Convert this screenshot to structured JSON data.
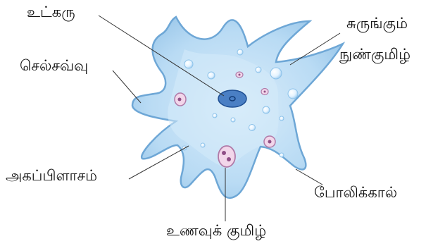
{
  "labels": {
    "nucleus": "உட்கரு",
    "cell_membrane": "செல்சவ்வு",
    "contractile_vacuole_line1": "சுருங்கும்",
    "contractile_vacuole_line2": "நுண்குமிழ்",
    "cytoplasm": "அகப்பிளாசம்",
    "pseudopodium": "போலிக்கால்",
    "food_vacuole": "உணவுக் குமிழ்"
  },
  "colors": {
    "cell_outer": "#9cc8ea",
    "cell_inner": "#cfe6f8",
    "cell_edge": "#6ea7d6",
    "nucleus_fill": "#4a7fc4",
    "nucleus_edge": "#1f4f93",
    "food_vacuole_fill": "#f2d6ea",
    "food_vacuole_edge": "#b07aa8",
    "bubble": "#ffffff",
    "leader_line": "#333333"
  }
}
